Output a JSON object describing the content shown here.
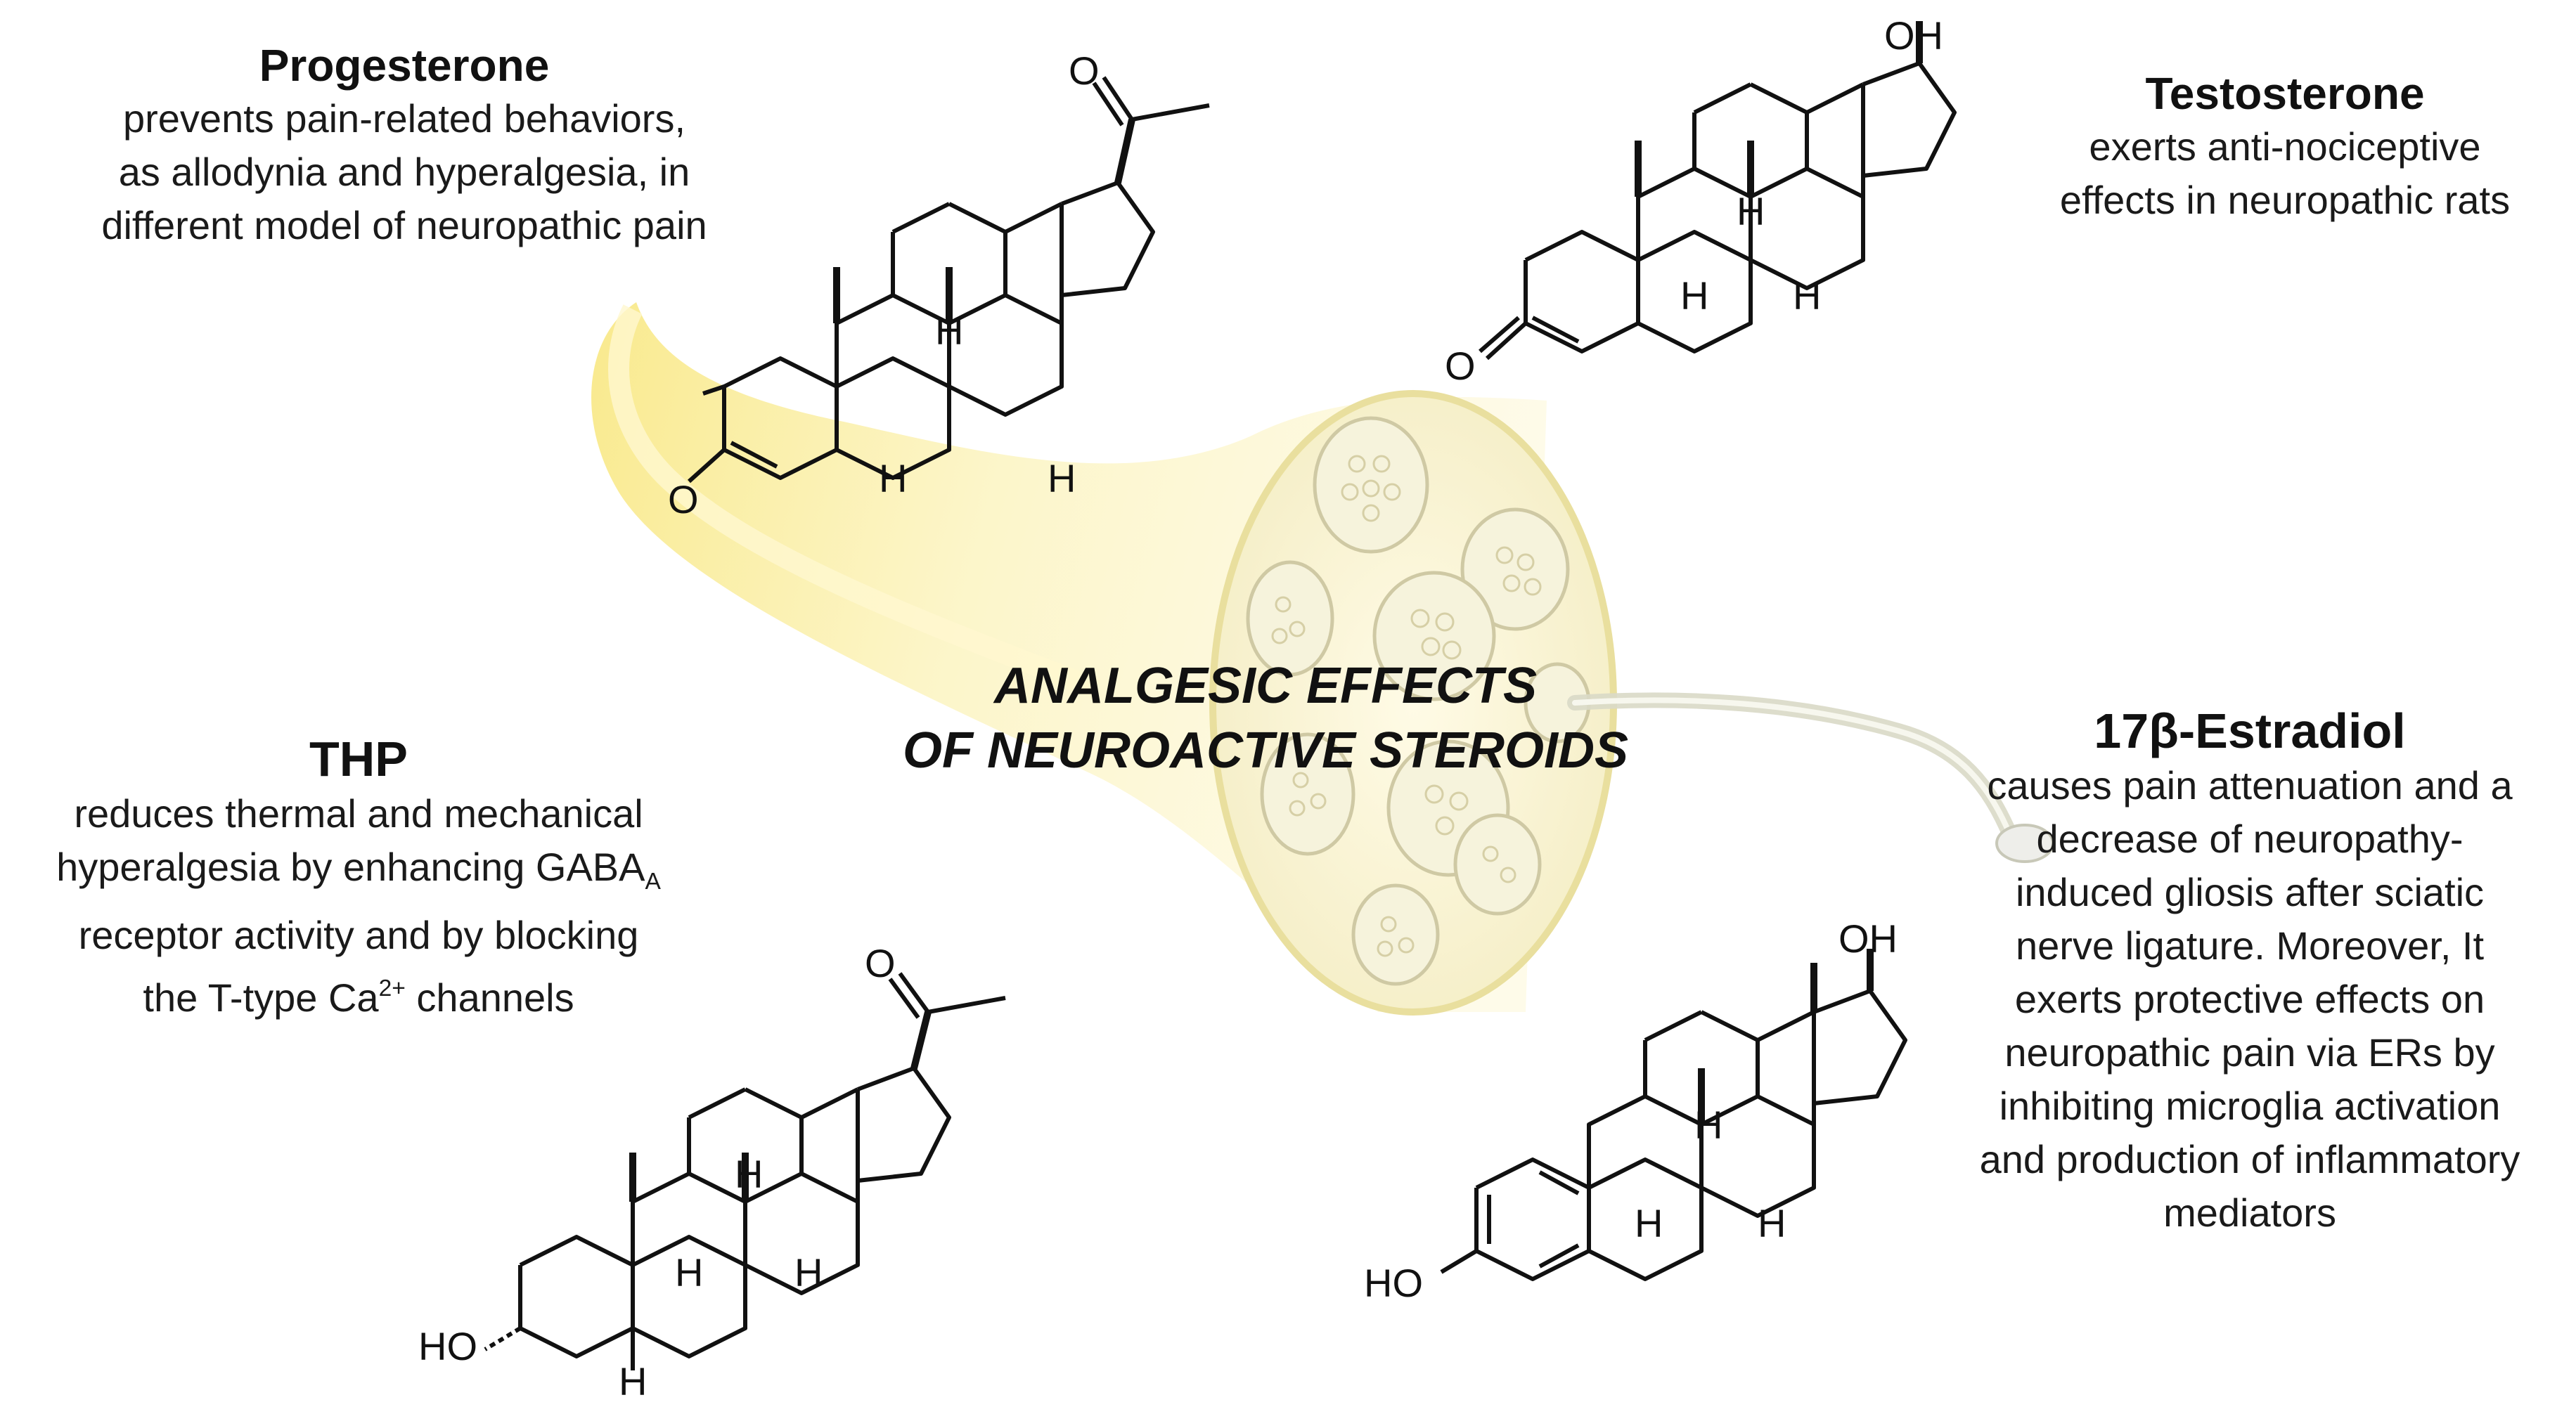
{
  "center_title": {
    "line1": "ANALGESIC EFFECTS",
    "line2": "OF NEUROACTIVE STEROIDS"
  },
  "progesterone": {
    "title": "Progesterone",
    "lines": [
      "prevents pain-related behaviors,",
      "as allodynia and hyperalgesia, in",
      "different model of neuropathic pain"
    ]
  },
  "testosterone": {
    "title": "Testosterone",
    "lines": [
      "exerts anti-nociceptive",
      "effects in neuropathic rats"
    ]
  },
  "thp": {
    "title": "THP",
    "line1": "reduces thermal and mechanical",
    "line2_main": "hyperalgesia by enhancing GABA",
    "line2_sub": "A",
    "line3": "receptor activity and by blocking",
    "line4_pre": "the T-type Ca",
    "line4_sup": "2+",
    "line4_post": " channels"
  },
  "estradiol": {
    "title": "17β-Estradiol",
    "lines": [
      "causes pain attenuation and a",
      "decrease of neuropathy-",
      "induced gliosis after sciatic",
      "nerve ligature. Moreover, It",
      "exerts protective effects on",
      "neuropathic pain via ERs by",
      "inhibiting microglia activation",
      "and production of inflammatory",
      "mediators"
    ]
  },
  "atoms": {
    "O": "O",
    "OH": "OH",
    "HO": "HO",
    "H": "H"
  },
  "colors": {
    "nerve_yellow": "#f7e98a",
    "nerve_pale": "#fdf8d6",
    "bundle_fill": "#f6f3dc",
    "bundle_stroke": "#cfc9a4",
    "wire": "#d9d9c6"
  }
}
